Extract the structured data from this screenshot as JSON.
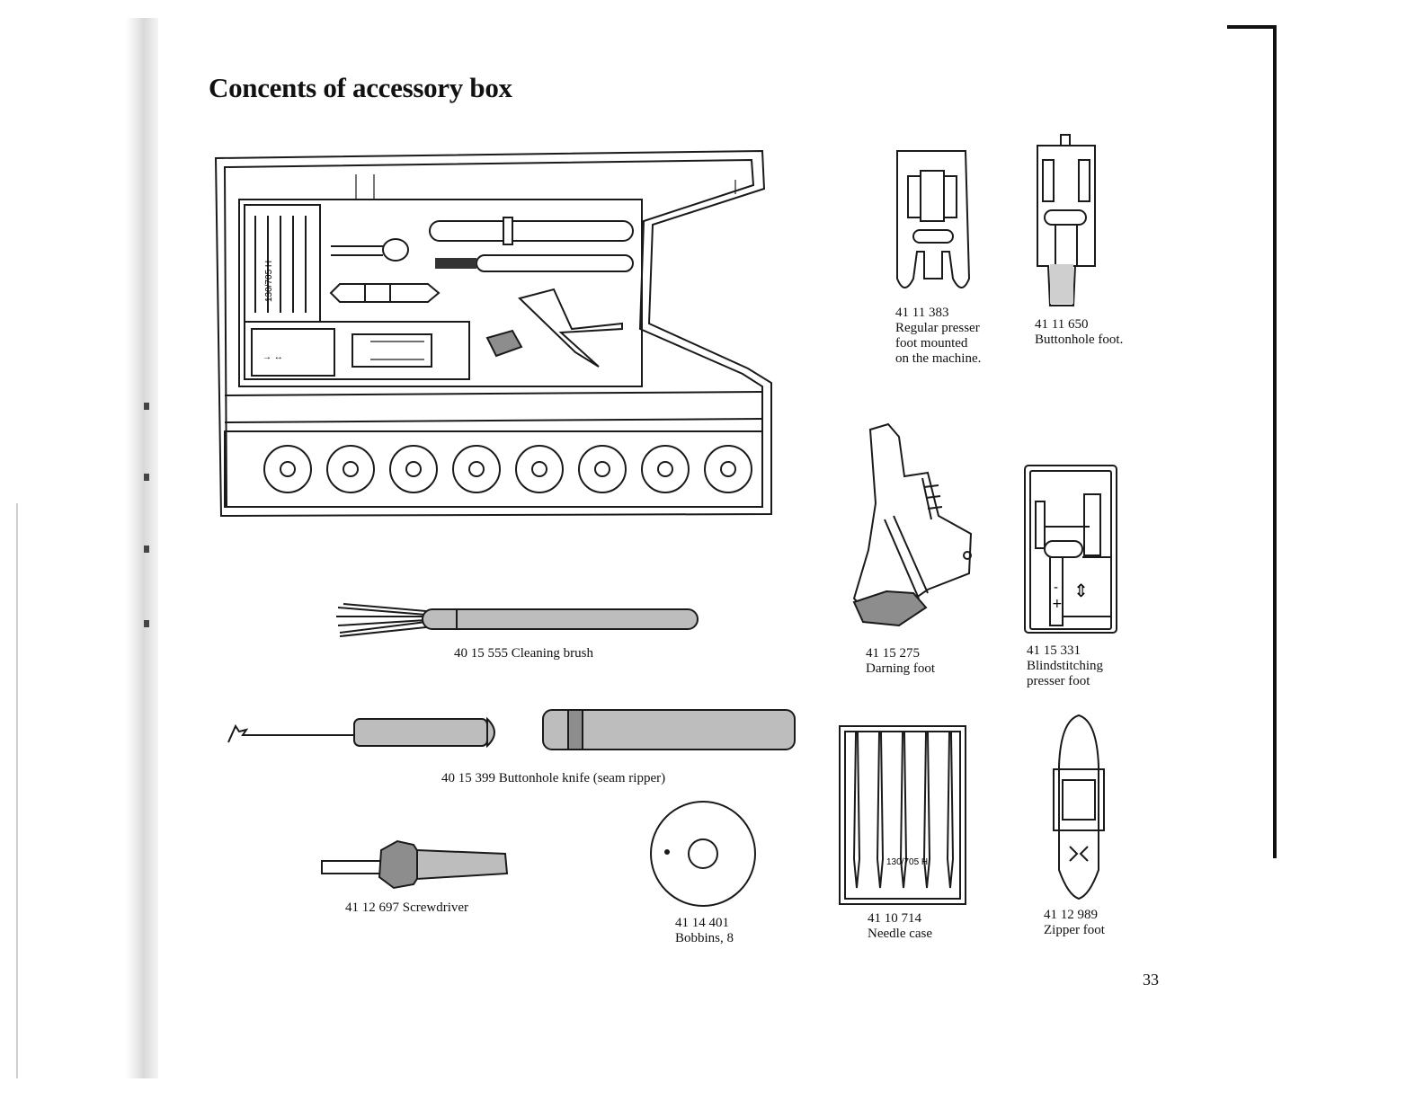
{
  "page": {
    "title": "Concents of accessory box",
    "page_number": "33"
  },
  "box_labels": {
    "needle_card_code": "130/705 H"
  },
  "items": {
    "regular_foot": "41 11 383\nRegular presser\nfoot mounted\non the machine.",
    "buttonhole_foot": "41 11 650\nButtonhole foot.",
    "darning_foot": "41 15 275\nDarning foot",
    "blindstitch_foot": "41 15 331\nBlindstitching\npresser foot",
    "cleaning_brush": "40 15 555 Cleaning brush",
    "buttonhole_knife": "40 15 399 Buttonhole knife (seam ripper)",
    "screwdriver": "41 12 697 Screwdriver",
    "bobbins": "41 14 401\nBobbins, 8",
    "needle_case": "41 10 714\nNeedle case",
    "zipper_foot": "41 12 989\nZipper foot"
  },
  "needle_case_code": "130/705 H",
  "bobbin_count": 8
}
